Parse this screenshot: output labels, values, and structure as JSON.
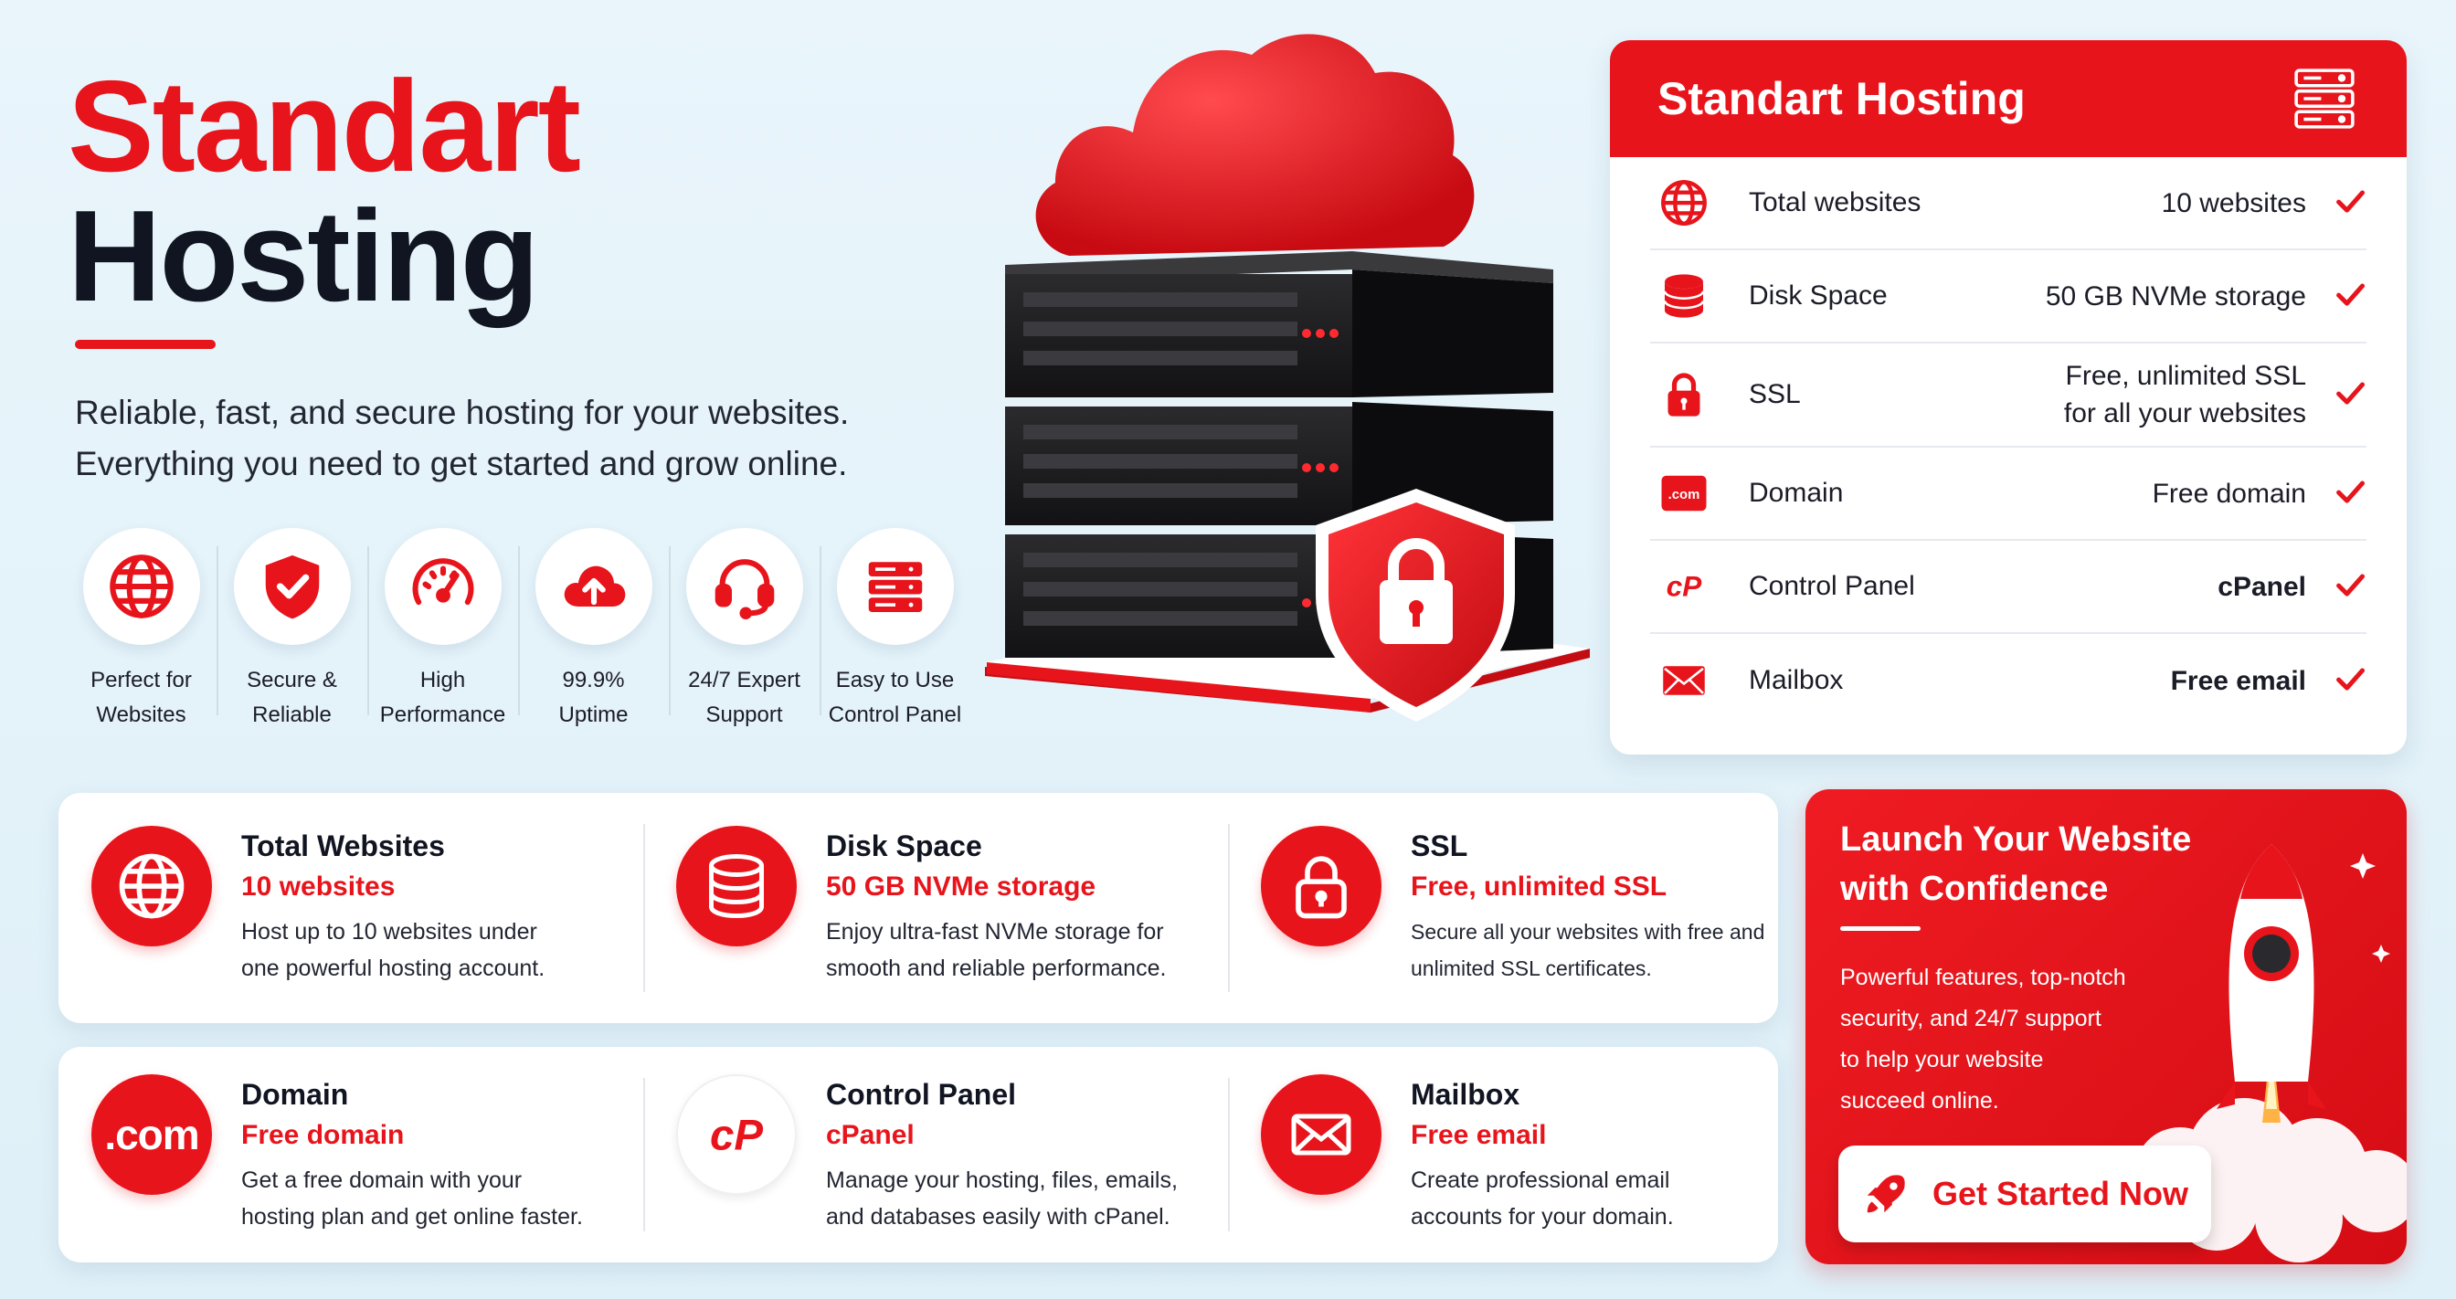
{
  "hero": {
    "title_line1": "Standart",
    "title_line2": "Hosting",
    "subtitle": "Reliable, fast, and secure hosting for your websites.\nEverything you need to get started and grow online."
  },
  "features": [
    {
      "icon": "globe-icon",
      "label": "Perfect for\nWebsites"
    },
    {
      "icon": "shield-check-icon",
      "label": "Secure &\nReliable"
    },
    {
      "icon": "speedometer-icon",
      "label": "High\nPerformance"
    },
    {
      "icon": "cloud-upload-icon",
      "label": "99.9%\nUptime"
    },
    {
      "icon": "headset-icon",
      "label": "24/7 Expert\nSupport"
    },
    {
      "icon": "server-panel-icon",
      "label": "Easy to Use\nControl Panel"
    }
  ],
  "plan": {
    "title": "Standart Hosting",
    "rows": [
      {
        "icon": "globe-icon",
        "label": "Total websites",
        "value": "10 websites",
        "bold": false
      },
      {
        "icon": "database-icon",
        "label": "Disk Space",
        "value": "50 GB NVMe storage",
        "bold": false
      },
      {
        "icon": "lock-icon",
        "label": "SSL",
        "value": "Free, unlimited SSL\nfor all your websites",
        "bold": false
      },
      {
        "icon": "dotcom-icon",
        "label": "Domain",
        "value": "Free domain",
        "bold": false
      },
      {
        "icon": "cpanel-icon",
        "label": "Control Panel",
        "value": "cPanel",
        "bold": true
      },
      {
        "icon": "mail-icon",
        "label": "Mailbox",
        "value": "Free email",
        "bold": true
      }
    ]
  },
  "cards": [
    {
      "icon": "globe-icon",
      "title": "Total Websites",
      "sub": "10 websites",
      "desc": "Host up to 10 websites under\none powerful hosting account."
    },
    {
      "icon": "database-icon",
      "title": "Disk Space",
      "sub": "50 GB NVMe storage",
      "desc": "Enjoy ultra-fast NVMe storage for\nsmooth and reliable performance."
    },
    {
      "icon": "lock-icon",
      "title": "SSL",
      "sub": "Free, unlimited SSL",
      "desc": "Secure all your websites with free and\nunlimited SSL certificates."
    },
    {
      "icon": "dotcom-icon",
      "icon_text": ".com",
      "title": "Domain",
      "sub": "Free domain",
      "desc": "Get a free domain with your\nhosting plan and get online faster."
    },
    {
      "icon": "cpanel-icon",
      "title": "Control Panel",
      "sub": "cPanel",
      "desc": "Manage your hosting, files, emails,\nand databases easily with cPanel."
    },
    {
      "icon": "mail-icon",
      "title": "Mailbox",
      "sub": "Free email",
      "desc": "Create professional email\naccounts for your domain."
    }
  ],
  "launch": {
    "title": "Launch Your Website\nwith Confidence",
    "desc": "Powerful features, top-notch\nsecurity, and 24/7 support\nto help your website\nsucceed online.",
    "button": "Get Started Now"
  },
  "colors": {
    "accent": "#e8141b",
    "dark": "#111522",
    "background": "#e9f5fb"
  }
}
